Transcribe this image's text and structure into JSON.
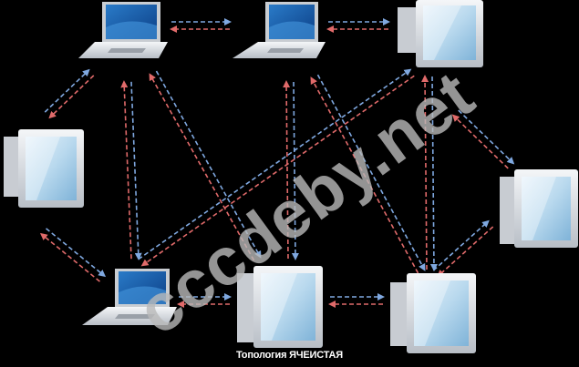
{
  "caption": "Топология ЯЧЕИСТАЯ",
  "watermark": "cccdeby.net",
  "colors": {
    "background": "#000000",
    "arrow_red": "#e06a6a",
    "arrow_blue": "#7fa8e0",
    "caption": "#ffffff"
  },
  "nodes": [
    {
      "id": "laptop-top-left",
      "kind": "laptop"
    },
    {
      "id": "laptop-top-center",
      "kind": "laptop"
    },
    {
      "id": "monitor-top-right",
      "kind": "monitor"
    },
    {
      "id": "monitor-left",
      "kind": "monitor"
    },
    {
      "id": "monitor-right",
      "kind": "monitor"
    },
    {
      "id": "laptop-bottom-left",
      "kind": "laptop"
    },
    {
      "id": "monitor-bottom-center",
      "kind": "monitor"
    },
    {
      "id": "monitor-bottom-right",
      "kind": "monitor"
    }
  ]
}
